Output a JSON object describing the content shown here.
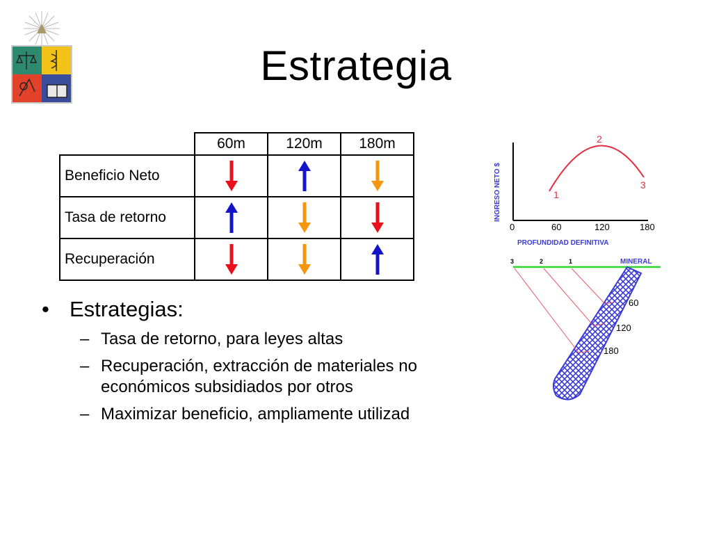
{
  "slide": {
    "title": "Estrategia"
  },
  "table": {
    "columns": [
      "60m",
      "120m",
      "180m"
    ],
    "rows": [
      {
        "label": "Beneficio Neto",
        "arrows": [
          "down",
          "up",
          "down"
        ],
        "colors": [
          "#e8101a",
          "#1414c8",
          "#f5960f"
        ]
      },
      {
        "label": "Tasa de retorno",
        "arrows": [
          "up",
          "down",
          "down"
        ],
        "colors": [
          "#1414c8",
          "#f5960f",
          "#e8101a"
        ]
      },
      {
        "label": "Recuperación",
        "arrows": [
          "down",
          "down",
          "up"
        ],
        "colors": [
          "#e8101a",
          "#f5960f",
          "#1414c8"
        ]
      }
    ]
  },
  "bullets": {
    "heading": "Estrategias:",
    "items": [
      "Tasa de retorno, para leyes altas",
      "Recuperación, extracción de materiales no económicos subsidiados por otros",
      "Maximizar beneficio, ampliamente utilizad"
    ]
  },
  "figure": {
    "ylabel": "INGRESO NETO $",
    "xlabel": "PROFUNDIDAD DEFINITIVA",
    "xticks": [
      "0",
      "60",
      "120",
      "180"
    ],
    "curve_labels": [
      "1",
      "2",
      "3"
    ],
    "section_labels": [
      "3",
      "2",
      "1"
    ],
    "mineral_label": "MINERAL",
    "depth_labels": [
      "60",
      "120",
      "180"
    ]
  }
}
